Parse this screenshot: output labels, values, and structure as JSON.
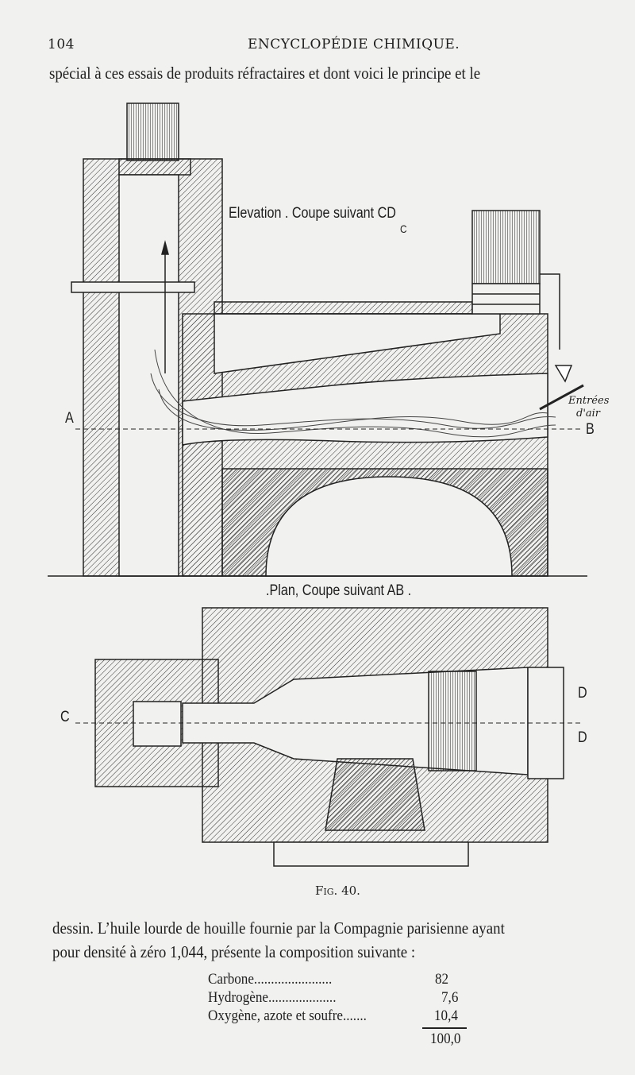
{
  "header": {
    "page_number": "104",
    "running_title": "ENCYCLOPÉDIE CHIMIQUE."
  },
  "text": {
    "top_line": "spécial à ces essais de produits réfractaires et dont voici le principe et le",
    "para_line1": "dessin. L’huile lourde de houille fournie par la Compagnie parisienne ayant",
    "para_line2": "pour densité à zéro 1,044, présente la composition suivante :"
  },
  "figure": {
    "elevation_title": "Elevation . Coupe suivant CD",
    "plan_title": ".Plan, Coupe suivant AB .",
    "label_a": "A",
    "label_b": "B",
    "label_c_top": "C",
    "label_c": "C",
    "label_d1": "D",
    "label_d2": "D",
    "air_label_1": "Entrées",
    "air_label_2": "d'air",
    "caption": "Fig. 40."
  },
  "composition": {
    "rows": [
      {
        "name": "Carbone.......................",
        "value": "82"
      },
      {
        "name": "Hydrogène....................",
        "value": "7,6"
      },
      {
        "name": "Oxygène, azote et soufre.......",
        "value": "10,4"
      }
    ],
    "total": "100,0"
  }
}
